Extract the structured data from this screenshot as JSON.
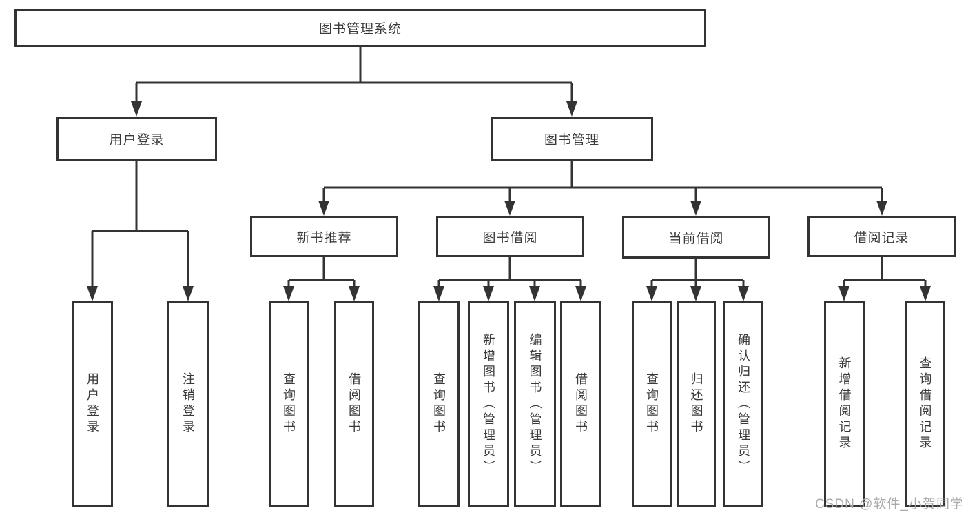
{
  "colors": {
    "line": "#333333",
    "box_border": "#333333",
    "box_fill": "#ffffff",
    "text": "#3a3a3a",
    "watermark": "#a6a6a6"
  },
  "watermark": {
    "text": "CSDN @软件_小贺同学"
  },
  "tree": {
    "root": {
      "label": "图书管理系统",
      "children": [
        {
          "label": "用户登录",
          "children": [
            {
              "label": "用户登录"
            },
            {
              "label": "注销登录"
            }
          ]
        },
        {
          "label": "图书管理",
          "children": [
            {
              "label": "新书推荐",
              "children": [
                {
                  "label": "查询图书"
                },
                {
                  "label": "借阅图书"
                }
              ]
            },
            {
              "label": "图书借阅",
              "children": [
                {
                  "label": "查询图书"
                },
                {
                  "label": "新增图书（管理员）"
                },
                {
                  "label": "编辑图书（管理员）"
                },
                {
                  "label": "借阅图书"
                }
              ]
            },
            {
              "label": "当前借阅",
              "children": [
                {
                  "label": "查询图书"
                },
                {
                  "label": "归还图书"
                },
                {
                  "label": "确认归还（管理员）"
                }
              ]
            },
            {
              "label": "借阅记录",
              "children": [
                {
                  "label": "新增借阅记录"
                },
                {
                  "label": "查询借阅记录"
                }
              ]
            }
          ]
        }
      ]
    }
  }
}
